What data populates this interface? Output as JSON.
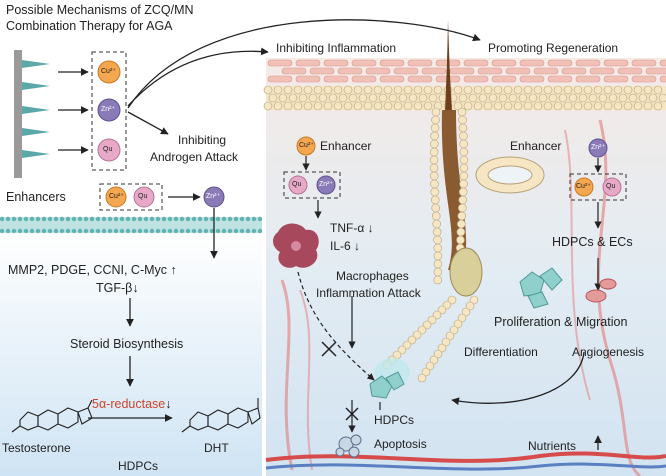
{
  "title_lines": [
    "Possible Mechanisms of ZCQ/MN",
    "Combination Therapy for AGA"
  ],
  "particles": {
    "cu": "Cu²⁺",
    "zn": "Zn²⁺",
    "qu": "Qu"
  },
  "labels": {
    "inhibiting_androgen": [
      "Inhibiting",
      "Androgen Attack"
    ],
    "enhancers": "Enhancers",
    "genes": "MMP2, PDGE, CCNI, C-Myc",
    "tgf": "TGF-β",
    "steroid": "Steroid Biosynthesis",
    "reductase": "5α-reductase",
    "testosterone": "Testosterone",
    "dht": "DHT",
    "hdpcs_bottom": "HDPCs",
    "inhibiting_inflammation": "Inhibiting Inflammation",
    "promoting_regeneration": "Promoting Regeneration",
    "enhancer_left": "Enhancer",
    "enhancer_right": "Enhancer",
    "tnf": "TNF-α",
    "il6": "IL-6",
    "macrophages": [
      "Macrophages",
      "Inflammation Attack"
    ],
    "hdpcs_mid": "HDPCs",
    "apoptosis": "Apoptosis",
    "hdpcs_ecs": "HDPCs & ECs",
    "prolif": "Proliferation & Migration",
    "differentiation": "Differentiation",
    "angiogenesis": "Angiogenesis",
    "nutrients": "Nutrients"
  },
  "arrows": {
    "up": "↑",
    "down": "↓"
  },
  "colors": {
    "cu": "#f4a74e",
    "zn": "#8a7bb8",
    "qu": "#e8a9c8",
    "skin_pink": "#f1c0b6",
    "cells": "#f6e6c4",
    "hair": "#7a4a24",
    "dermis": "#dbe8f2",
    "membrane": "#7fc8c6",
    "macrophage": "#a8485c",
    "reductase_text": "#d0432d"
  }
}
